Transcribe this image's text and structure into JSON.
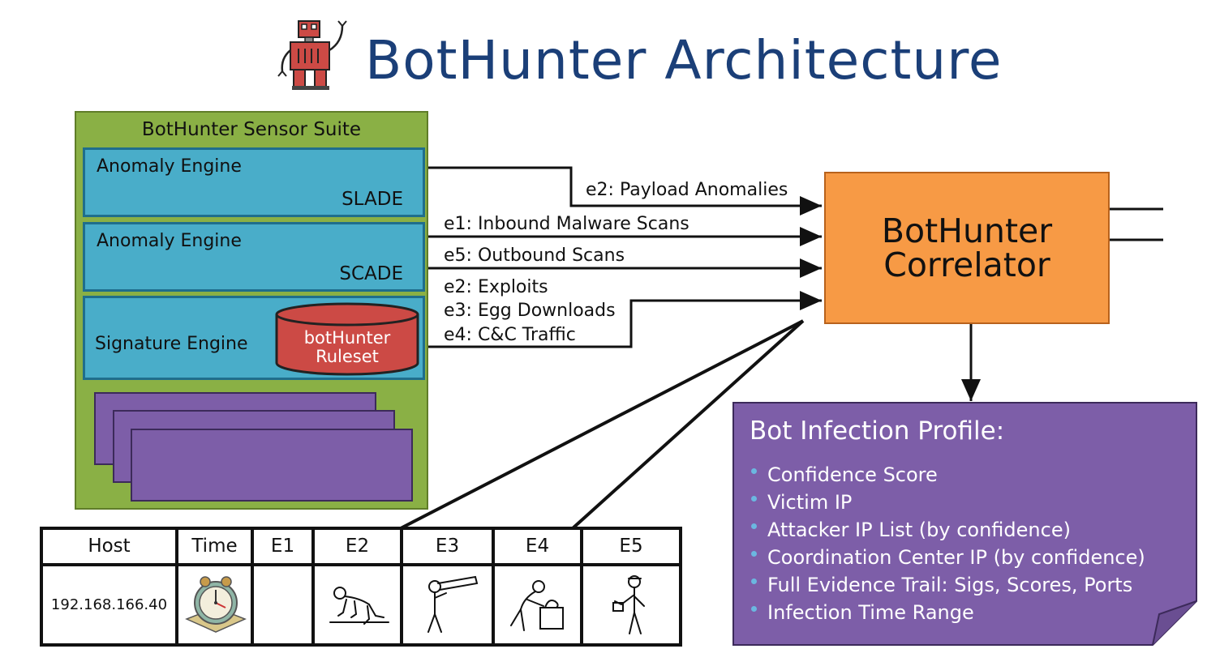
{
  "title": "BotHunter Architecture",
  "sensor_suite": {
    "title": "BotHunter Sensor Suite",
    "engines": [
      {
        "label": "Anomaly Engine",
        "sub": "SLADE"
      },
      {
        "label": "Anomaly Engine",
        "sub": "SCADE"
      },
      {
        "label": "Signature Engine",
        "ruleset": "botHunter\nRuleset"
      }
    ]
  },
  "correlator": {
    "label": "BotHunter\nCorrelator"
  },
  "edges": {
    "payload": "e2: Payload Anomalies",
    "inbound": "e1: Inbound Malware Scans",
    "outbound": "e5: Outbound Scans",
    "exploits": "e2: Exploits",
    "egg": "e3: Egg Downloads",
    "cnc": "e4: C&C Traffic"
  },
  "profile": {
    "title": "Bot Infection Profile:",
    "items": [
      "Confidence Score",
      "Victim IP",
      "Attacker IP List (by confidence)",
      "Coordination Center IP (by confidence)",
      "Full Evidence Trail: Sigs, Scores, Ports",
      "Infection Time Range"
    ]
  },
  "table": {
    "headers": [
      "Host",
      "Time",
      "E1",
      "E2",
      "E3",
      "E4",
      "E5"
    ],
    "row": {
      "host": "192.168.166.40"
    }
  },
  "colors": {
    "title": "#1b3f78",
    "sensor_suite": "#8ab045",
    "engine": "#49adc9",
    "ruleset": "#cc4a45",
    "module": "#7d5ea8",
    "correlator": "#f79a45",
    "profile": "#7d5ea8"
  }
}
